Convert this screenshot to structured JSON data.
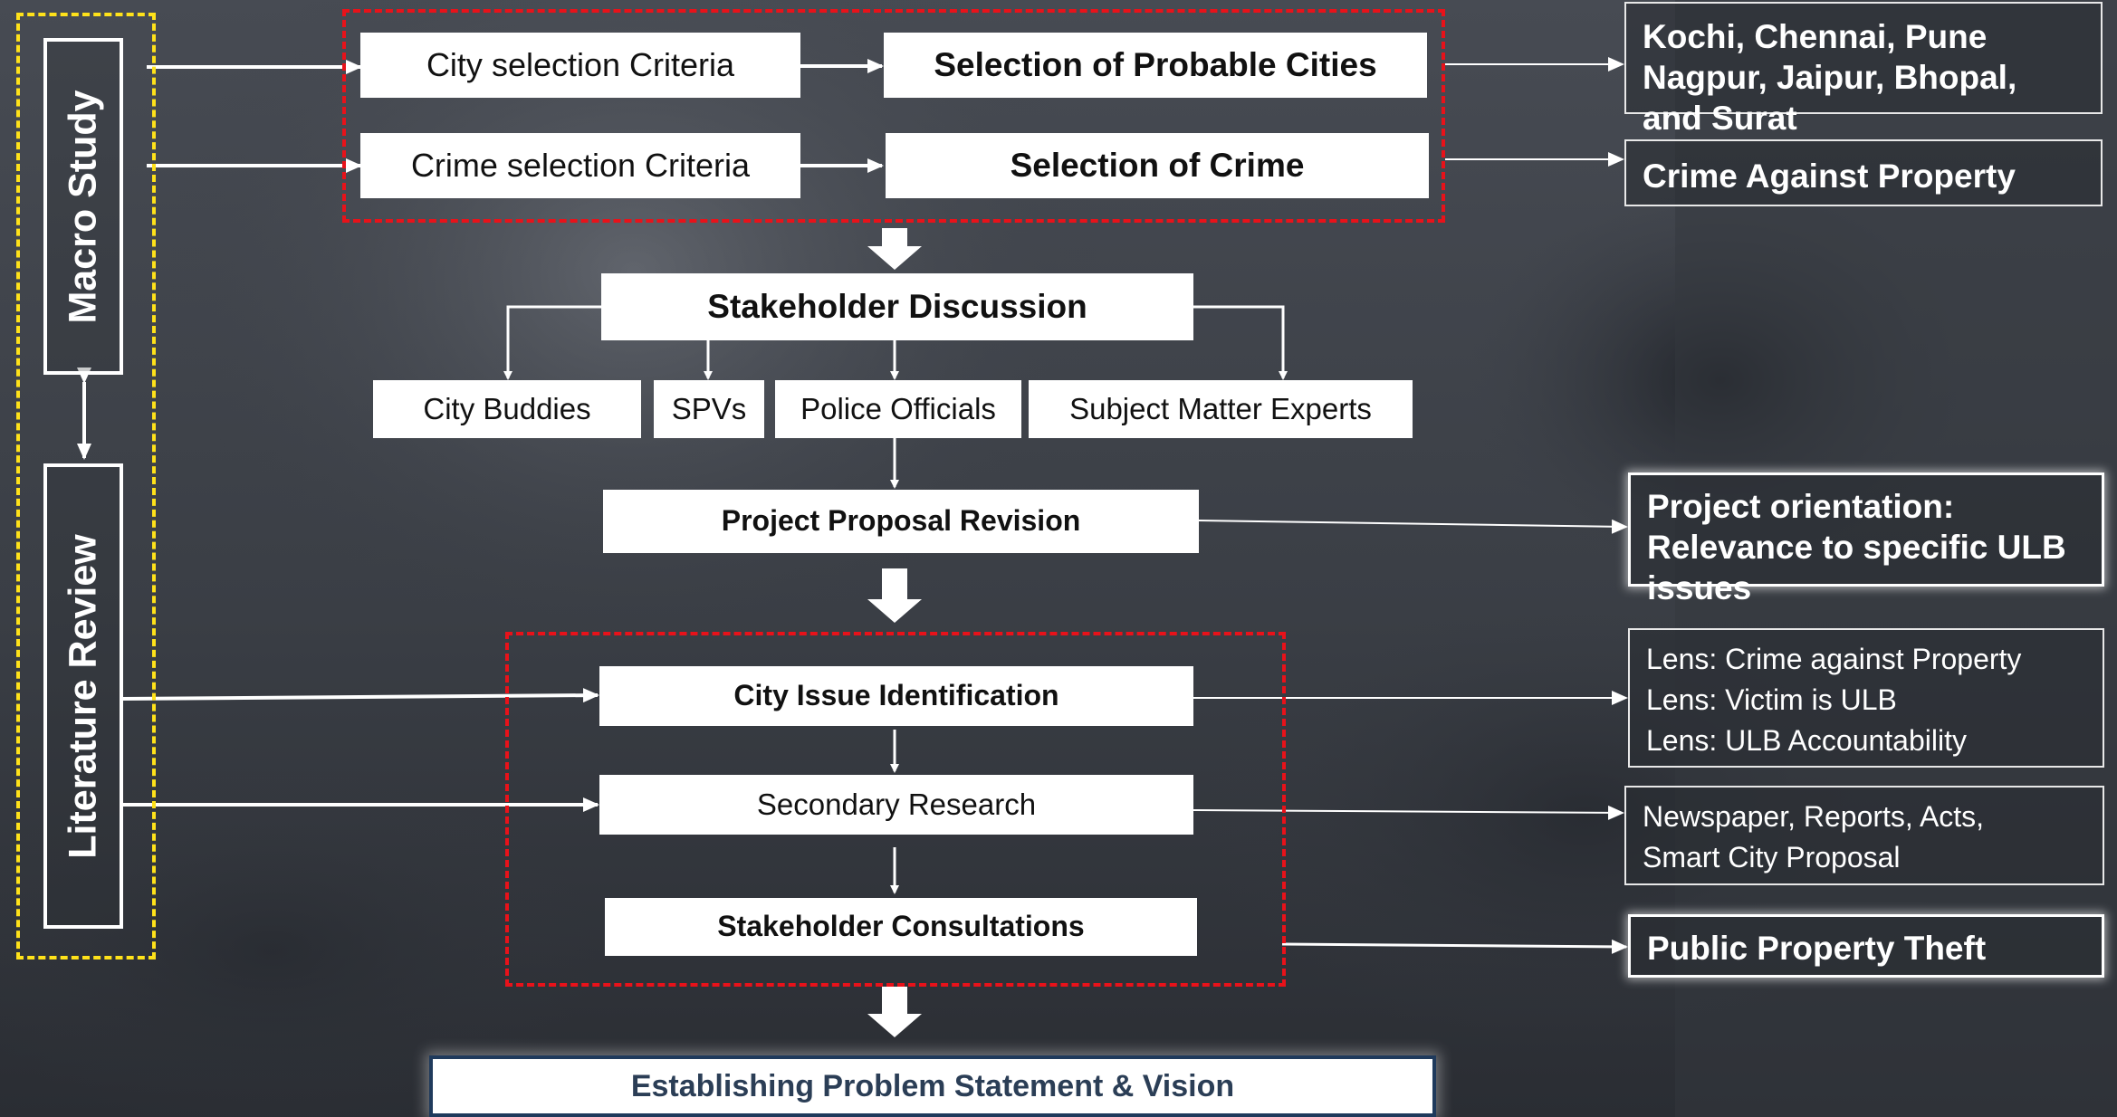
{
  "left_panel": {
    "macro_study": "Macro Study",
    "literature_review": "Literature Review"
  },
  "selection": {
    "city_criteria": "City selection Criteria",
    "probable_cities": "Selection of Probable Cities",
    "crime_criteria": "Crime selection Criteria",
    "selection_of_crime": "Selection of Crime"
  },
  "stakeholder_discussion": {
    "title": "Stakeholder Discussion",
    "branches": [
      "City Buddies",
      "SPVs",
      "Police Officials",
      "Subject Matter Experts"
    ]
  },
  "project_proposal_revision": "Project Proposal Revision",
  "city_issue": {
    "identification": "City Issue Identification",
    "secondary_research": "Secondary Research",
    "consultations": "Stakeholder Consultations"
  },
  "outcomes": {
    "cities": "Kochi, Chennai, Pune Nagpur, Jaipur, Bhopal, and Surat",
    "crime": "Crime Against Property",
    "orientation": "Project orientation: Relevance to specific ULB issues",
    "lenses": [
      "Lens: Crime against Property",
      "Lens: Victim is ULB",
      "Lens: ULB  Accountability"
    ],
    "sources": [
      "Newspaper, Reports, Acts,",
      "Smart City Proposal"
    ],
    "theft": "Public Property Theft"
  },
  "final": "Establishing Problem Statement & Vision",
  "colors": {
    "dashed_group": "#e8121a",
    "left_group": "#ffe21a",
    "final_border": "#1f3a5c"
  }
}
